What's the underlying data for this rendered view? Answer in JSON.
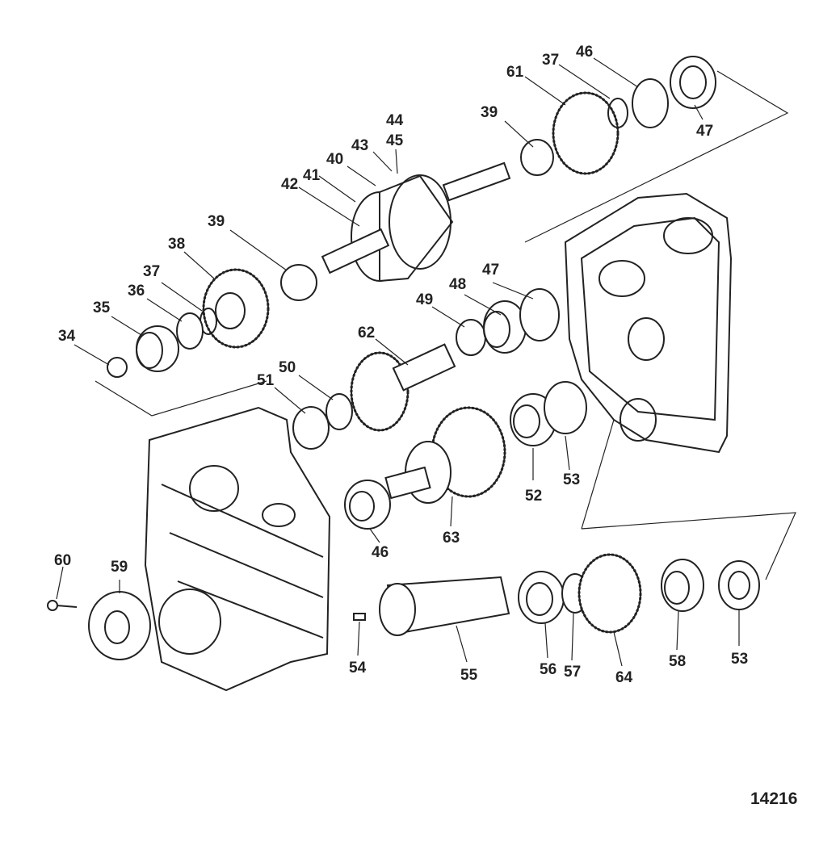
{
  "diagram": {
    "drawing_number": "14216",
    "callouts": {
      "c34": "34",
      "c35": "35",
      "c36": "36",
      "c37a": "37",
      "c37b": "37",
      "c38": "38",
      "c39a": "39",
      "c39b": "39",
      "c40": "40",
      "c41": "41",
      "c42": "42",
      "c43": "43",
      "c44": "44",
      "c45": "45",
      "c46a": "46",
      "c46b": "46",
      "c47a": "47",
      "c47b": "47",
      "c48": "48",
      "c49": "49",
      "c50": "50",
      "c51": "51",
      "c52": "52",
      "c53a": "53",
      "c53b": "53",
      "c54": "54",
      "c55": "55",
      "c56": "56",
      "c57": "57",
      "c58": "58",
      "c59": "59",
      "c60": "60",
      "c61": "61",
      "c62": "62",
      "c63": "63",
      "c64": "64"
    }
  }
}
